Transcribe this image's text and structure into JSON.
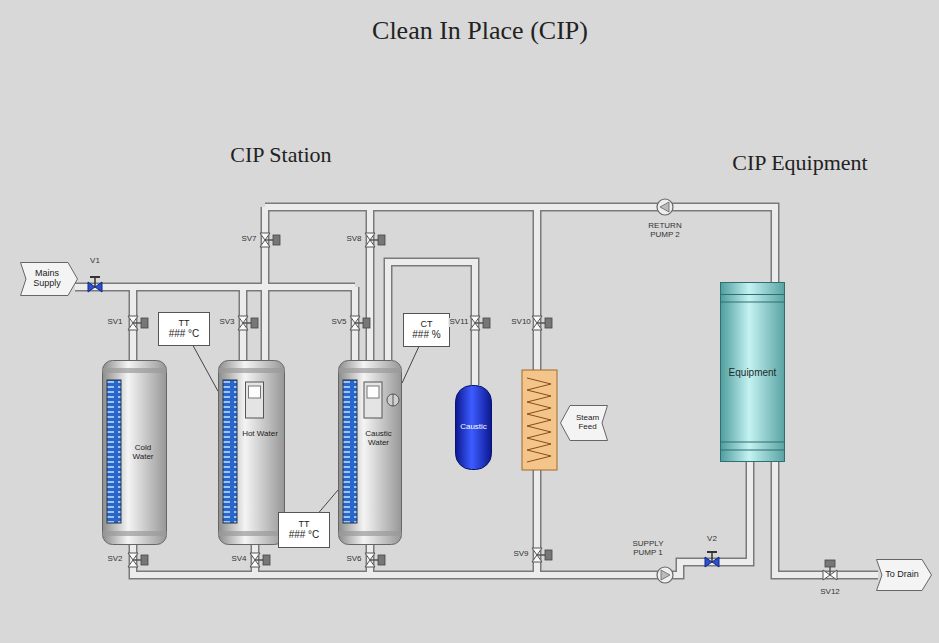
{
  "diagram": {
    "title": "Clean In Place (CIP)",
    "nodes": [
      {
        "text": [
          "Mains Supply"
        ]
      },
      {
        "text": [
          "TT",
          "### °C"
        ]
      },
      {
        "text": [
          "Cold Water"
        ]
      },
      {
        "text": [
          "Hot Water"
        ]
      },
      {
        "text": [
          "CT",
          "### %"
        ]
      },
      {
        "text": [
          "Caustic Water"
        ]
      },
      {
        "text": [
          "Caustic"
        ]
      },
      {
        "text": [
          "Steam Feed"
        ]
      },
      {
        "text": [
          "TT",
          "### °C"
        ]
      },
      {
        "text": [
          "Equipment"
        ]
      },
      {
        "text": [
          "To Drain"
        ]
      }
    ],
    "edges": [
      {
        "from": 1,
        "to": 3,
        "arrow": "none"
      },
      {
        "from": 4,
        "to": 5,
        "arrow": "none"
      },
      {
        "from": 8,
        "to": 5,
        "arrow": "none"
      }
    ],
    "labels": [
      "CIP Station",
      "CIP Equipment",
      "V1",
      "SV1",
      "SV7",
      "SV8",
      "SV3",
      "SV5",
      "RETURN PUMP 2",
      "SV11",
      "SV10",
      "SV2",
      "SV4",
      "SV6",
      "SV9",
      "SUPPLY PUMP 1",
      "V2",
      "SV12"
    ]
  }
}
